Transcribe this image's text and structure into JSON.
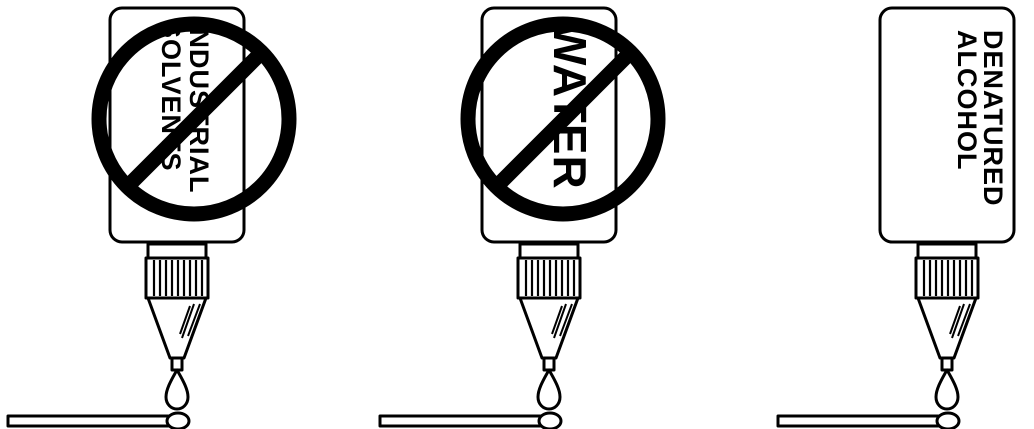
{
  "colors": {
    "ink": "#000000",
    "background": "#ffffff"
  },
  "panels": [
    {
      "id": "industrial-solvents",
      "prohibited": true,
      "label_lines": [
        "INDUSTRIAL",
        "SOLVENTS"
      ]
    },
    {
      "id": "water",
      "prohibited": true,
      "label_lines": [
        "WATER"
      ]
    },
    {
      "id": "denatured-alcohol",
      "prohibited": false,
      "label_lines": [
        "DENATURED",
        "ALCOHOL"
      ]
    }
  ]
}
